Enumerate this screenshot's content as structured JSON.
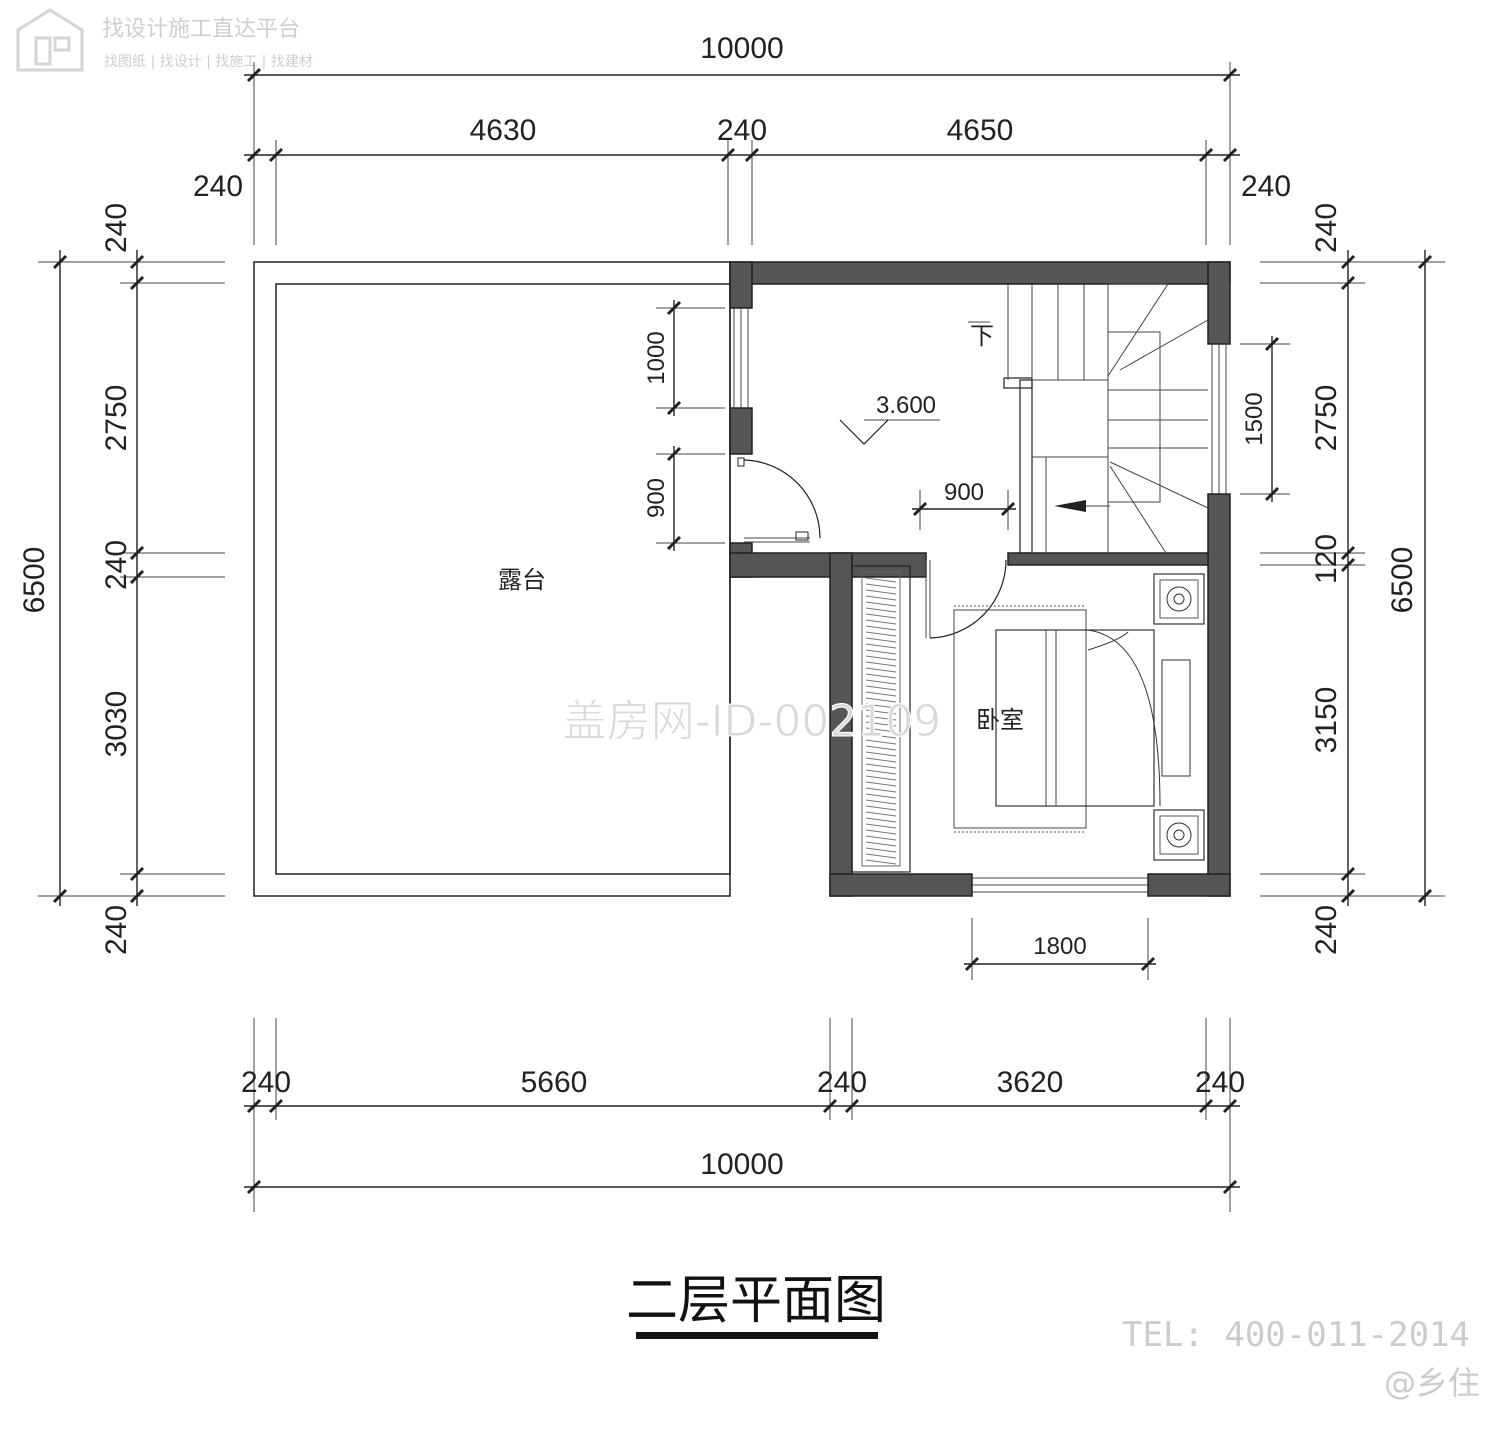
{
  "brand": {
    "line1": "找设计施工直达平台",
    "line2": "找图纸 | 找设计 | 找施工 | 找建材"
  },
  "dimensions": {
    "top_total": "10000",
    "top_left": "4630",
    "top_mid": "240",
    "top_right": "4650",
    "top_outer_left": "240",
    "top_outer_right": "240",
    "bottom_total": "10000",
    "bottom_a": "240",
    "bottom_b": "5660",
    "bottom_c": "240",
    "bottom_d": "3620",
    "bottom_e": "240",
    "left_total": "6500",
    "left_top": "240",
    "left_upper": "2750",
    "left_mid": "240",
    "left_lower": "3030",
    "left_bottom": "240",
    "right_total": "6500",
    "right_top": "240",
    "right_upper": "2750",
    "right_mid": "120",
    "right_lower": "3150",
    "right_bottom": "240",
    "window_left_upper": "1000",
    "door_left": "900",
    "stair_window": "1500",
    "door_inner": "900",
    "bedroom_window": "1800"
  },
  "labels": {
    "terrace": "露台",
    "bedroom": "卧室",
    "level": "3.600",
    "stair_down": "下",
    "plan_title": "二层平面图"
  },
  "watermark": {
    "id_text": "盖房网-ID-002109",
    "tel": "TEL: 400-011-2014",
    "signature": "@乡住"
  }
}
